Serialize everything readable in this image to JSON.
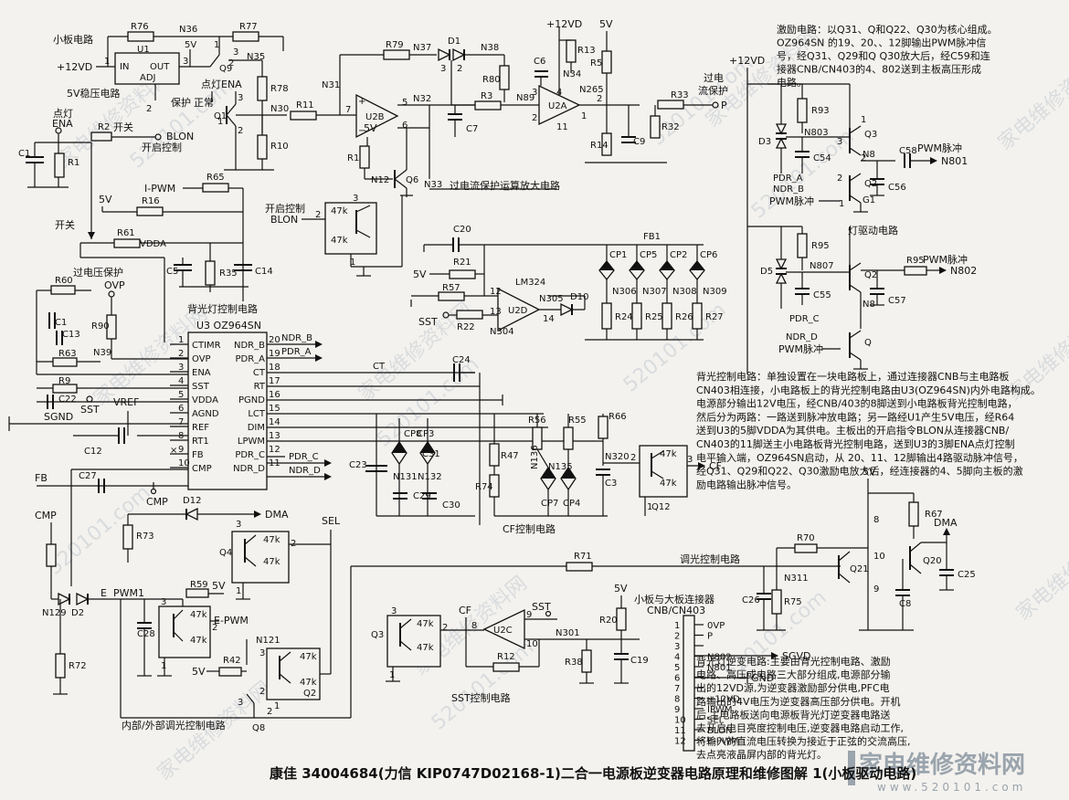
{
  "caption": "康佳 34004684(力信 KIP0747D02168-1)二合一电源板逆变器电路原理和维修图解 1(小板驱动电路)",
  "watermarks": {
    "site": "家电维修资料网",
    "domain": "520101.com",
    "logo_cn": "家电维修资料网",
    "logo_url": "www.520101.com"
  },
  "block_labels": {
    "small_board": "小板电路",
    "reg5v": "5V稳压电路",
    "ovp_label": "过电压保护",
    "backlight_ctrl": "背光灯控制电路",
    "ocp_amp": "过电流保护运算放大电路",
    "cf_ctrl": "CF控制电路",
    "sst_ctrl": "SST控制电路",
    "dimming": "内部/外部调光控制电路",
    "dim_ctrl": "调光控制电路",
    "tube_drive": "灯驱动电路",
    "connector": "小板与大板连接器",
    "connector_id": "CNB/CN403",
    "ocp": "过电流保护",
    "start_ctrl": "开启控制",
    "blon_start": "开启控制",
    "switch": "开关",
    "protect": "保护",
    "normal": "正常",
    "lamp_ena": "点灯ENA",
    "lamp_ena2": "点灯",
    "ena": "ENA"
  },
  "descriptions": {
    "excite": [
      "激励电路：以Q31、Q和Q22、Q30为核心组成。",
      "OZ964SN 的19、20、、12脚输出PWM脉冲信",
      "号，经Q31、Q29和Q Q30放大后，经C59和连",
      "接器CNB/CN403的4、802送到主板高压形成",
      "电路。"
    ],
    "backlight": [
      "背光控制电路：单独设置在一块电路板上，通过连接器CNB与主电路板",
      "CN403相连接，小电路板上的背光控制电路由U3(OZ964SN)内外电路构成。",
      "电源部分输出12V电压，经CNB/403的8脚送到小电路板背光控制电路，",
      "然后分为两路：一路送到脉冲放电路；另一路经U1产生5V电压，经R64",
      "送到U3的5脚VDDA为其供电。主板出的开启指令BLON从连接器CNB/",
      "CN403的11脚送主小电路板背光控制电路，送到U3的3脚ENA点灯控制",
      "电平输入端，OZ964SN启动，从 20、11、12脚输出4路驱动脉冲信号，",
      "经Q31、Q29和Q22、Q30激励电放大后，经连接器的4、5脚向主板的激",
      "励电路输出脉冲信号。"
    ],
    "inverter": [
      "背光灯逆变电路:主要由背光控制电路、激励",
      "电路、高压或电路三大部分组成,电源部分输",
      "出的12VD源,为逆变器激励部分供电,PFC电",
      "路输出的4V电压为逆变器高压部分供电。开机",
      "后,主电路板送向电源板背光灯逆变器电路送",
      "去开启电目亮度控制电压,逆变器电路启动工作,",
      "将输入的直流电压转换为接近于正弦的交流高压,",
      "去点亮液晶屏内部的背光灯。"
    ]
  },
  "signals": {
    "v12": "+12VD",
    "v5": "5V",
    "blon": "BLON",
    "pwm": "PWM脉冲",
    "pwm_cn": "PWM脉冲",
    "n801": "N801",
    "n802": "N802",
    "i_pwm": "I-PWM",
    "e_pwm": "E-PWM",
    "e": "E",
    "pwm1": "PWM1",
    "vdda": "VDDA",
    "vref": "VREF",
    "sgnd": "SGND",
    "fb": "FB",
    "cmp": "CMP",
    "dma": "DMA",
    "sel": "SEL",
    "ct": "CT",
    "cf": "CF",
    "sst": "SST",
    "p": "P",
    "ovp": "OVP",
    "pdr_a": "PDR_A",
    "ndr_b": "NDR_B",
    "pdr_c": "PDR_C",
    "ndr_d": "NDR_D",
    "sgvd": "SGVD",
    "gnd": "GND",
    "ocp_p": "过电流保护P"
  },
  "ics": {
    "u1": {
      "name": "U1",
      "pins": [
        "IN",
        "OUT",
        "ADJ"
      ]
    },
    "u3": {
      "name": "U3 OZ964SN",
      "left_pins": [
        [
          "1",
          "CTIMR"
        ],
        [
          "2",
          "OVP"
        ],
        [
          "3",
          "ENA"
        ],
        [
          "4",
          "SST"
        ],
        [
          "5",
          "VDDA"
        ],
        [
          "6",
          "AGND"
        ],
        [
          "7",
          "REF"
        ],
        [
          "8",
          "RT1"
        ],
        [
          "9",
          "FB"
        ],
        [
          "10",
          "CMP"
        ]
      ],
      "right_pins": [
        [
          "20",
          "NDR_B"
        ],
        [
          "19",
          "PDR_A"
        ],
        [
          "18",
          "CT"
        ],
        [
          "17",
          "RT"
        ],
        [
          "16",
          "PGND"
        ],
        [
          "15",
          "LCT"
        ],
        [
          "14",
          "DIM"
        ],
        [
          "13",
          "LPWM"
        ],
        [
          "12",
          "PDR_C"
        ],
        [
          "11",
          "NDR_D"
        ]
      ]
    },
    "u2b": "U2B",
    "u2a": "U2A",
    "u2d": "U2D",
    "u2c": "U2C",
    "lm324": "LM324"
  },
  "components": {
    "resistors": [
      "R76",
      "R77",
      "R78",
      "R79",
      "R80",
      "R13",
      "R5",
      "R10",
      "R11",
      "R1",
      "R2",
      "R65",
      "R16",
      "R61",
      "R35",
      "R60",
      "R63",
      "R9",
      "R90",
      "R3",
      "R33",
      "R32",
      "R14",
      "R21",
      "R57",
      "R22",
      "R24",
      "R25",
      "R26",
      "R27",
      "R47",
      "R74",
      "R56",
      "R55",
      "R66",
      "R73",
      "R71",
      "R70",
      "R67",
      "R75",
      "R59",
      "R42",
      "R72",
      "R20",
      "R38",
      "R12",
      "R93",
      "R95"
    ],
    "capacitors": [
      "C1",
      "C5",
      "C14",
      "C13",
      "C22",
      "C12",
      "C6",
      "C7",
      "C9",
      "C20",
      "C24",
      "C23",
      "C29",
      "C30",
      "C3",
      "C27",
      "C28",
      "C26",
      "C8",
      "C25",
      "C19",
      "C54",
      "C56",
      "C55",
      "C57",
      "C58"
    ],
    "cp": [
      "CP1",
      "CP5",
      "CP2",
      "CP6",
      "CP8",
      "CP3",
      "CP7",
      "CP4"
    ],
    "transistors": [
      "Q9",
      "Q1",
      "Q6",
      "Q12",
      "Q4",
      "Q3",
      "Q2",
      "Q8",
      "Q21",
      "Q20",
      "Q3'",
      "Q2'",
      "G1"
    ],
    "diodes": [
      "D1",
      "D10",
      "D12",
      "D2",
      "D3",
      "D5"
    ],
    "nodes": [
      "N36",
      "N35",
      "N30",
      "N31",
      "N37",
      "N38",
      "N34",
      "N265",
      "N32",
      "N89",
      "N33",
      "N12",
      "N39",
      "N306",
      "N307",
      "N308",
      "N309",
      "N305",
      "N304",
      "N131",
      "N132",
      "N136",
      "N135",
      "N320",
      "N311",
      "N129",
      "N121",
      "N301",
      "N803",
      "N807",
      "N8",
      "FB1",
      "N131"
    ],
    "pot": "47k"
  },
  "connector_pins": [
    {
      "num": "1",
      "name": "0VP"
    },
    {
      "num": "2",
      "name": "P"
    },
    {
      "num": "3",
      "name": ""
    },
    {
      "num": "4",
      "name": "N802"
    },
    {
      "num": "5",
      "name": "N801"
    },
    {
      "num": "6",
      "name": ""
    },
    {
      "num": "7",
      "name": ""
    },
    {
      "num": "8",
      "name": "+12VD"
    },
    {
      "num": "9",
      "name": "IPWM"
    },
    {
      "num": "10",
      "name": "SEL"
    },
    {
      "num": "11",
      "name": "BLON"
    },
    {
      "num": "12",
      "name": "E-PWM"
    }
  ],
  "colors": {
    "ink": "#111111",
    "paper": "#f4f2ee",
    "watermark": "#b9c3cc"
  }
}
